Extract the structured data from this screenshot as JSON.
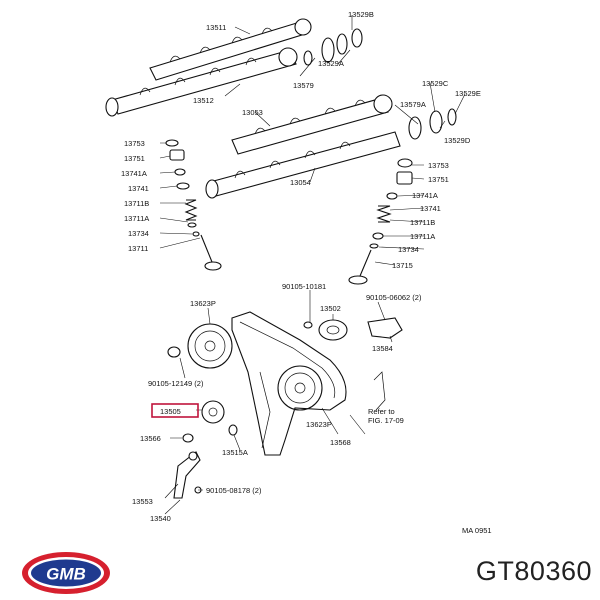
{
  "labels": [
    "13511",
    "13529B",
    "13512",
    "13579",
    "13529A",
    "13529C",
    "13529E",
    "13579A",
    "13529D",
    "13053",
    "13054",
    "13753",
    "13751",
    "13741A",
    "13741",
    "13711B",
    "13711A",
    "13734",
    "13711",
    "13715",
    "90105-10181",
    "13623P",
    "13502",
    "90105-06062 (2)",
    "13584",
    "90105-12149 (2)",
    "13505",
    "13566",
    "13515A",
    "13568",
    "13623P",
    "13553",
    "90105-08178 (2)",
    "13540",
    "Refer to",
    "FIG. 17-09",
    "MA 0951"
  ],
  "highlighted_label": "13505",
  "logo_text": "GMB",
  "part_number": "GT80360",
  "colors": {
    "highlight": "#c0143c",
    "logo_red": "#d6202e",
    "logo_blue": "#1f3a8f"
  }
}
